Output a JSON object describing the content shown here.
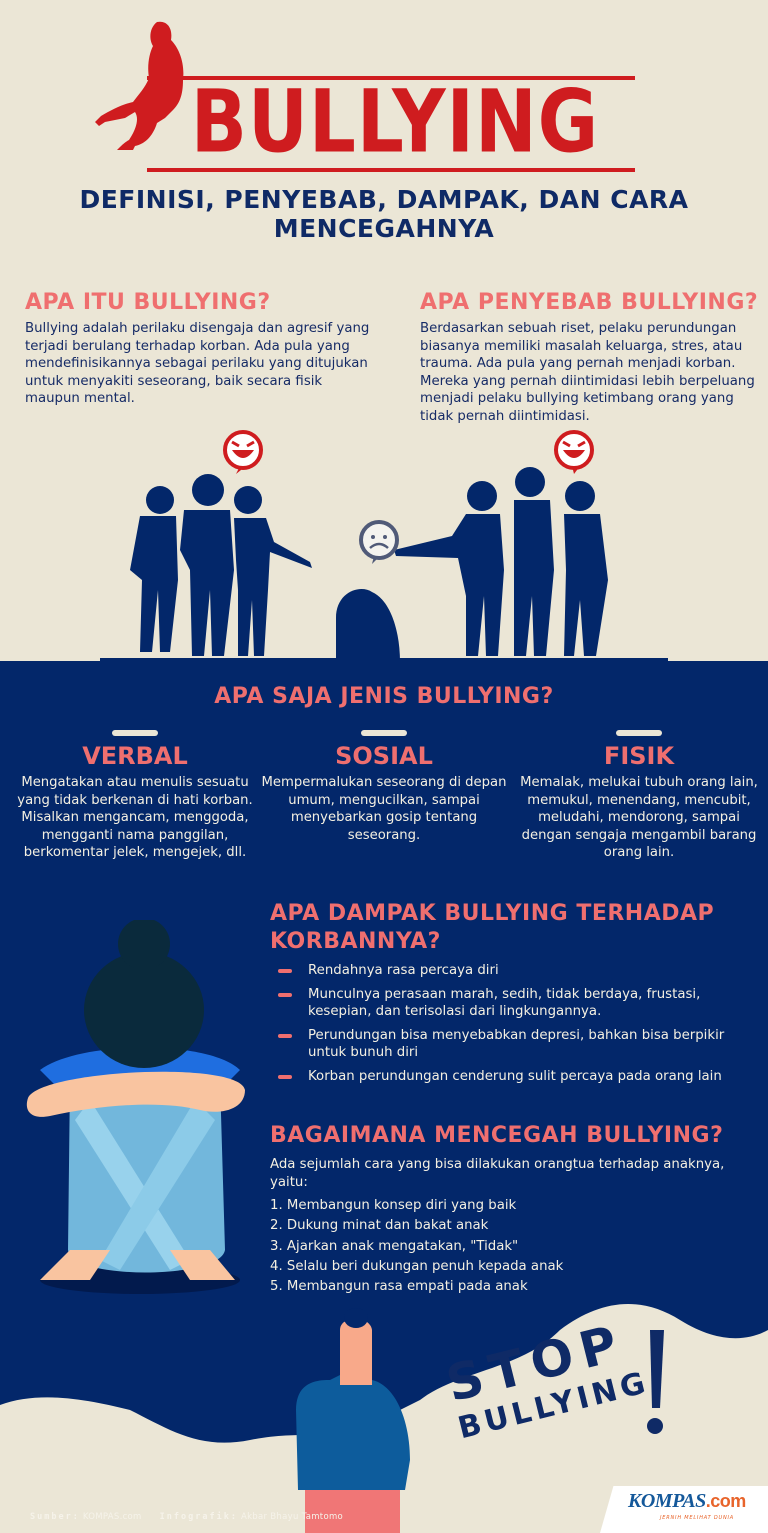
{
  "header": {
    "title": "BULLYING",
    "subtitle": "DEFINISI, PENYEBAB, DAMPAK, DAN CARA MENCEGAHNYA"
  },
  "colors": {
    "cream": "#ebe6d6",
    "navy": "#03276a",
    "red": "#cf1c1f",
    "coral": "#ef6f6f"
  },
  "apa_itu": {
    "heading": "APA ITU BULLYING?",
    "body": "Bullying adalah perilaku disengaja dan agresif yang terjadi berulang terhadap korban. Ada pula yang mendefinisikannya sebagai perilaku yang ditujukan untuk menyakiti seseorang, baik secara fisik maupun mental."
  },
  "penyebab": {
    "heading": "APA PENYEBAB BULLYING?",
    "body": "Berdasarkan sebuah riset, pelaku perundungan biasanya memiliki masalah keluarga, stres, atau trauma. Ada pula yang pernah menjadi korban. Mereka yang pernah diintimidasi lebih berpeluang menjadi pelaku bullying ketimbang orang yang tidak pernah diintimidasi."
  },
  "illustration": {
    "left_bubble_icon": "evil-grin-icon",
    "right_bubble_icon": "evil-grin-icon",
    "victim_bubble_icon": "sad-face-icon"
  },
  "jenis": {
    "heading": "APA SAJA JENIS BULLYING?",
    "items": [
      {
        "title": "VERBAL",
        "body": "Mengatakan atau menulis sesuatu yang tidak berkenan di hati korban. Misalkan mengancam, menggoda, mengganti nama panggilan, berkomentar jelek, mengejek, dll."
      },
      {
        "title": "SOSIAL",
        "body": "Mempermalukan seseorang di depan umum, mengucilkan, sampai menyebarkan gosip tentang seseorang."
      },
      {
        "title": "FISIK",
        "body": "Memalak, melukai tubuh orang lain, memukul, menendang, mencubit, meludahi, mendorong, sampai dengan sengaja mengambil barang orang lain."
      }
    ]
  },
  "dampak": {
    "heading": "APA DAMPAK BULLYING TERHADAP KORBANNYA?",
    "items": [
      "Rendahnya rasa percaya diri",
      "Munculnya perasaan marah, sedih, tidak berdaya, frustasi, kesepian, dan terisolasi dari lingkungannya.",
      "Perundungan bisa menyebabkan depresi, bahkan bisa berpikir untuk bunuh diri",
      "Korban perundungan cenderung sulit percaya pada orang lain"
    ]
  },
  "cegah": {
    "heading": "BAGAIMANA MENCEGAH BULLYING?",
    "intro": "Ada sejumlah cara yang bisa dilakukan orangtua terhadap anaknya, yaitu:",
    "items": [
      "1. Membangun konsep diri yang baik",
      "2. Dukung minat dan bakat anak",
      "3. Ajarkan anak mengatakan, \"Tidak\"",
      "4. Selalu beri dukungan penuh kepada anak",
      "5. Membangun rasa empati pada anak"
    ]
  },
  "stop": {
    "line1": "STOP",
    "line2": "BULLYING",
    "mark": "!"
  },
  "footer": {
    "source_label": "Sumber:",
    "source_value": "KOMPAS.com",
    "infographic_label": "Infografik:",
    "infographic_value": "Akbar Bhayu Tamtomo",
    "logo_main": "KOMPAS",
    "logo_suffix": ".com",
    "tagline": "JERNIH MELIHAT DUNIA"
  }
}
